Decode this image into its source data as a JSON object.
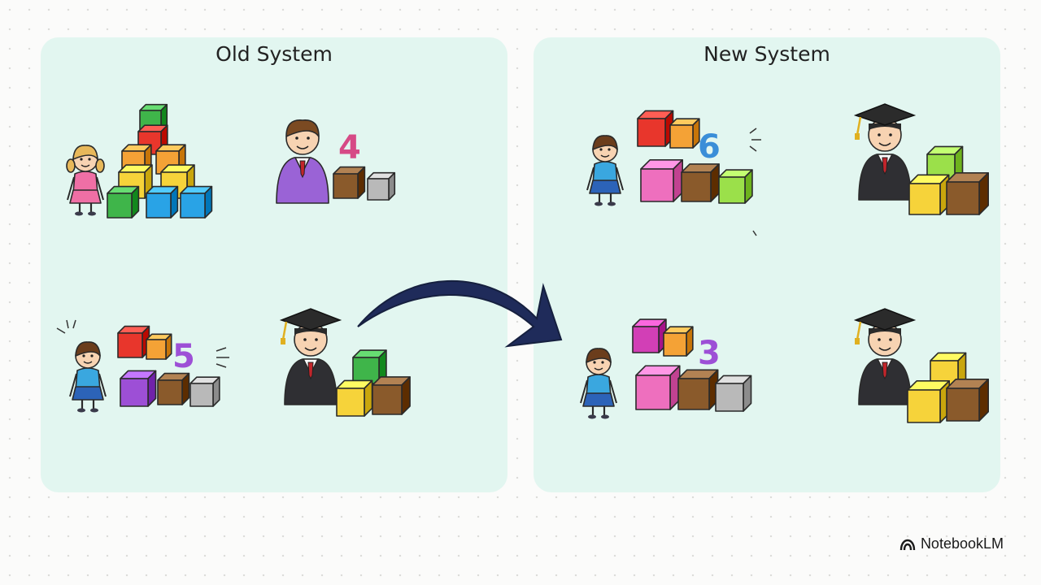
{
  "panels": {
    "old": {
      "title": "Old System"
    },
    "new": {
      "title": "New System"
    }
  },
  "counts": {
    "old_top": "4",
    "old_bottom": "5",
    "new_top": "6",
    "new_bottom": "3"
  },
  "brand": {
    "name": "NotebookLM",
    "icon": "notebooklm-logo-icon"
  },
  "colors": {
    "panel_bg": "#e2f6f0",
    "arrow": "#1f2b5a",
    "red": "#e8362c",
    "orange": "#f4a236",
    "yellow": "#f6d33a",
    "green": "#3fb54a",
    "lime": "#9be04a",
    "blue": "#29a3e6",
    "purple": "#9d4fd6",
    "magenta": "#d23fb6",
    "pink": "#ee6fbe",
    "brown": "#8a5a2b",
    "gray": "#b9b9b9"
  }
}
